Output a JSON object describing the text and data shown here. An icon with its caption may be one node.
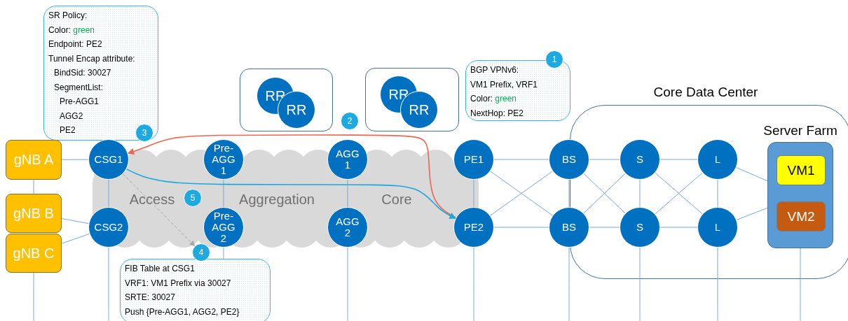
{
  "diagram": {
    "nodes": [
      {
        "text": [
          "SR Policy:",
          "Color: green",
          "Endpoint: PE2",
          "Tunnel Encap attribute:",
          "BindSid: 30027",
          "SegmentList:",
          "Pre-AGG1",
          "AGG2",
          "PE2"
        ]
      },
      {
        "text": [
          "3"
        ],
        "in": 0
      },
      {
        "text": [],
        "shape": "box"
      },
      {
        "text": [
          "RR"
        ],
        "in": 2
      },
      {
        "text": [
          "RR"
        ],
        "in": 2
      },
      {
        "text": [
          "2"
        ]
      },
      {
        "text": [],
        "shape": "box"
      },
      {
        "text": [
          "RR"
        ],
        "in": 6
      },
      {
        "text": [
          "RR"
        ],
        "in": 6
      },
      {
        "text": [
          "BGP VPNv6:",
          "VM1 Prefix, VRF1",
          "Color: green",
          "NextHop: PE2"
        ]
      },
      {
        "text": [
          "1"
        ]
      },
      {
        "text": [
          "Core Data Center"
        ]
      },
      {
        "text": [
          "gNB A"
        ]
      },
      {
        "text": [
          "CSG1"
        ]
      },
      {
        "text": [
          "Pre- AGG 1"
        ]
      },
      {
        "text": [
          "AGG 1"
        ]
      },
      {
        "text": [
          "PE1"
        ]
      },
      {
        "text": [
          "BS"
        ]
      },
      {
        "text": [
          "S"
        ],
        "in": 11
      },
      {
        "text": [
          "L"
        ],
        "in": 11
      },
      {
        "text": [
          "Server Farm"
        ],
        "in": 11
      },
      {
        "text": [
          "VM1"
        ],
        "in": 20
      },
      {
        "text": [
          "VM2"
        ],
        "in": 20
      },
      {
        "text": [
          "5"
        ]
      },
      {
        "text": [
          "gNB B"
        ]
      },
      {
        "text": [
          "gNB C"
        ]
      },
      {
        "text": [
          "CSG2"
        ]
      },
      {
        "text": [
          "Pre- AGG 2"
        ]
      },
      {
        "text": [
          "AGG 2"
        ]
      },
      {
        "text": [
          "PE2"
        ]
      },
      {
        "text": [
          "BS"
        ]
      },
      {
        "text": [
          "S"
        ],
        "in": 11
      },
      {
        "text": [
          "L"
        ],
        "in": 11
      },
      {
        "text": [
          "4"
        ]
      },
      {
        "text": [
          "FIB Table at CSG1",
          "VRF1: VM1 Prefix via 30027",
          "SRTE: 30027",
          "Push {Pre-AGG1, AGG2, PE2}"
        ]
      }
    ],
    "edges": [
      {
        "from": 12,
        "to": 13,
        "arrow": "none"
      },
      {
        "from": 12,
        "to": 24,
        "arrow": "none"
      },
      {
        "from": 24,
        "to": 26,
        "arrow": "none"
      },
      {
        "from": 25,
        "to": 26,
        "arrow": "none"
      },
      {
        "from": 13,
        "to": 26,
        "arrow": "none"
      },
      {
        "from": 14,
        "to": 27,
        "arrow": "none"
      },
      {
        "from": 15,
        "to": 28,
        "arrow": "none"
      },
      {
        "from": 16,
        "to": 29,
        "arrow": "none"
      },
      {
        "from": 16,
        "to": 17,
        "arrow": "none"
      },
      {
        "from": 16,
        "to": 30,
        "arrow": "none"
      },
      {
        "from": 29,
        "to": 17,
        "arrow": "none"
      },
      {
        "from": 29,
        "to": 30,
        "arrow": "none"
      },
      {
        "from": 17,
        "to": 30,
        "arrow": "none"
      },
      {
        "from": 17,
        "to": 18,
        "arrow": "none"
      },
      {
        "from": 17,
        "to": 31,
        "arrow": "none"
      },
      {
        "from": 30,
        "to": 18,
        "arrow": "none"
      },
      {
        "from": 30,
        "to": 31,
        "arrow": "none"
      },
      {
        "from": 18,
        "to": 31,
        "arrow": "none"
      },
      {
        "from": 18,
        "to": 19,
        "arrow": "none"
      },
      {
        "from": 18,
        "to": 32,
        "arrow": "none"
      },
      {
        "from": 31,
        "to": 19,
        "arrow": "none"
      },
      {
        "from": 31,
        "to": 32,
        "arrow": "none"
      },
      {
        "from": 19,
        "to": 32,
        "arrow": "none"
      },
      {
        "from": 19,
        "to": 20,
        "arrow": "none"
      },
      {
        "from": 32,
        "to": 20,
        "arrow": "none"
      },
      {
        "from": 29,
        "to": 13,
        "arrow": "to",
        "color": "#ee6652"
      },
      {
        "from": 13,
        "to": 29,
        "arrow": "to",
        "color": "#1ba7e0"
      },
      {
        "from": 13,
        "to": 33,
        "arrow": "to",
        "style": "dashed",
        "color": "#a6a6a6"
      },
      {
        "from": 25,
        "to": null,
        "arrow": "none"
      },
      {
        "from": 26,
        "to": null,
        "arrow": "none"
      },
      {
        "from": 27,
        "to": 34,
        "arrow": "none"
      },
      {
        "from": 28,
        "to": null,
        "arrow": "none"
      },
      {
        "from": 29,
        "to": null,
        "arrow": "none"
      },
      {
        "from": 30,
        "to": null,
        "arrow": "none"
      },
      {
        "from": 31,
        "to": null,
        "arrow": "none"
      },
      {
        "from": 32,
        "to": null,
        "arrow": "none"
      },
      {
        "from": 20,
        "to": null,
        "arrow": "none"
      }
    ],
    "labels": [
      "Access",
      "Aggregation",
      "Core"
    ]
  }
}
